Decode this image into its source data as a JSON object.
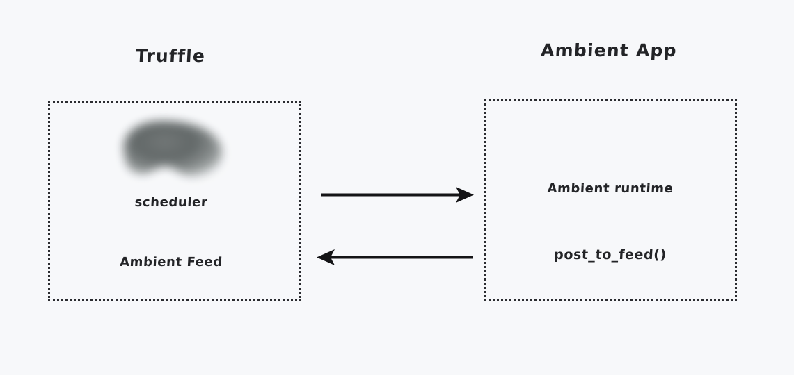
{
  "background_color": "#f7f8fa",
  "ink_color": "#232427",
  "diagram": {
    "left_group": {
      "title": "Truffle",
      "box_border_style": "dotted",
      "blob": {
        "icon": "bean-blob-shape",
        "color_dark": "#5a6060",
        "color_light": "#c9cdcd"
      },
      "labels": [
        {
          "text": "scheduler"
        },
        {
          "text": "Ambient Feed"
        }
      ]
    },
    "right_group": {
      "title": "Ambient App",
      "box_border_style": "dotted",
      "labels": [
        {
          "text": "Ambient runtime"
        },
        {
          "text": "post_to_feed()"
        }
      ]
    },
    "connectors": [
      {
        "name": "arrow-left-to-right",
        "direction": "right",
        "color": "#141416"
      },
      {
        "name": "arrow-right-to-left",
        "direction": "left",
        "color": "#141416"
      }
    ]
  }
}
